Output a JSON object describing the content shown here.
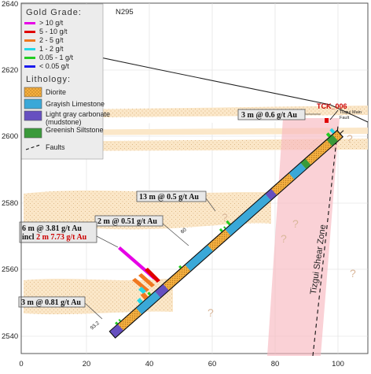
{
  "section_name": "N295",
  "legend": {
    "gold_title": "Gold Grade:",
    "gold_items": [
      {
        "label": "> 10 g/t",
        "color": "#e600e6"
      },
      {
        "label": "5 - 10 g/t",
        "color": "#e00000"
      },
      {
        "label": "2 - 5 g/t",
        "color": "#f07820"
      },
      {
        "label": "1 - 2 g/t",
        "color": "#22d8e8"
      },
      {
        "label": "0.05 - 1 g/t",
        "color": "#22cc22"
      },
      {
        "label": "< 0.05 g/t",
        "color": "#1a1aee"
      }
    ],
    "litho_title": "Lithology:",
    "litho_items": [
      {
        "label": "Diorite",
        "color": "#f5b040",
        "pattern": "dots"
      },
      {
        "label": "Grayish Limestone",
        "color": "#3aa8d8",
        "pattern": "solid"
      },
      {
        "label": "Light gray carbonate",
        "label2": "(mudstone)",
        "color": "#6650c0",
        "pattern": "solid"
      },
      {
        "label": "Greenish Siltstone",
        "color": "#3a9a3a",
        "pattern": "solid"
      }
    ],
    "faults_label": "Faults"
  },
  "axes": {
    "x_ticks": [
      "0",
      "20",
      "40",
      "60",
      "80",
      "100"
    ],
    "y_ticks": [
      "2640",
      "2620",
      "2600",
      "2580",
      "2560",
      "2540"
    ]
  },
  "drillhole": {
    "name": "TCK_006",
    "depth_labels": [
      "93.2",
      "60"
    ]
  },
  "fault_labels": {
    "tizgui_main_line1": "Tizgui Main",
    "tizgui_main_line2": "Fault",
    "shear_zone": "Tizgui Shear Zone"
  },
  "question_mark": "?",
  "intercepts": [
    {
      "line1": "3 m @ 0.6 g/t Au"
    },
    {
      "line1": "13 m @ 0.5 g/t Au"
    },
    {
      "line1": "2 m @ 0.51 g/t Au"
    },
    {
      "line1": "6 m @ 3.81 g/t Au",
      "line2_prefix": "incl ",
      "line2_red": "2 m 7.73 g/t Au"
    },
    {
      "line1": "3 m @ 0.81 g/t Au"
    }
  ]
}
